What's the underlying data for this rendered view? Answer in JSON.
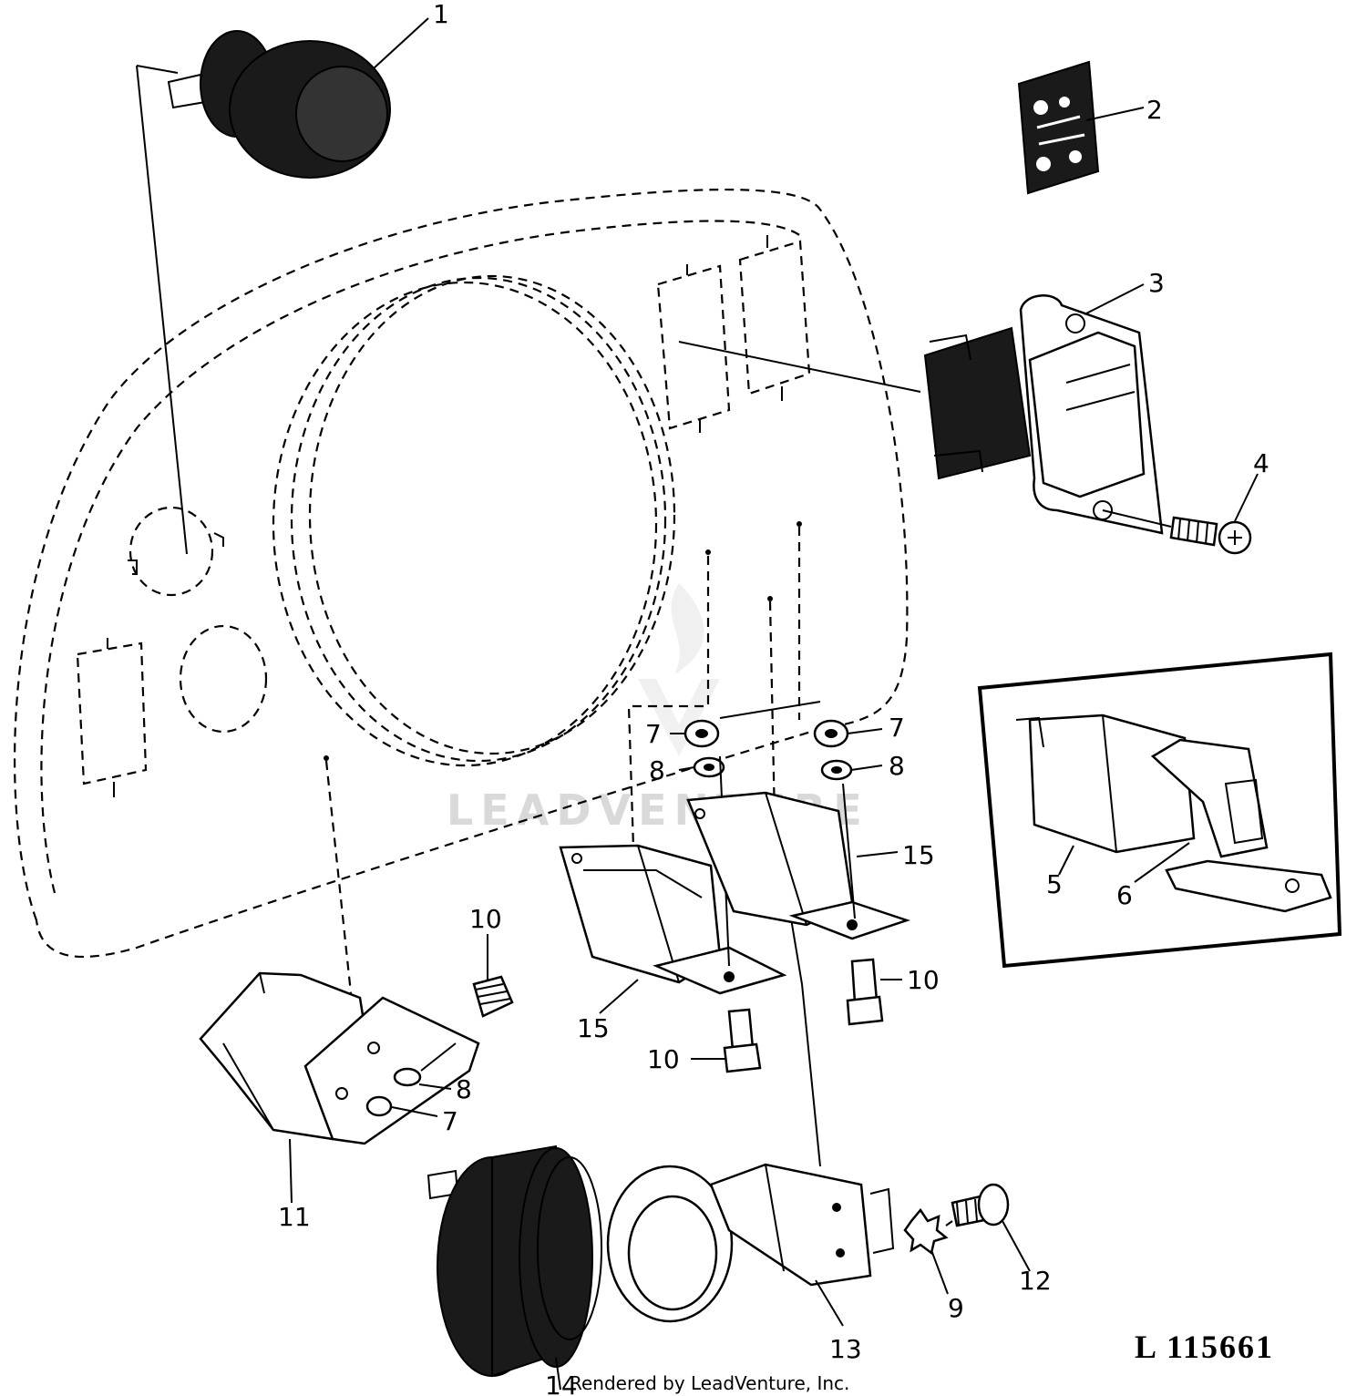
{
  "figure": {
    "code": "L 115661",
    "credit": "Rendered by LeadVenture, Inc.",
    "watermark": "LEADVENTURE"
  },
  "callouts": {
    "c1": "1",
    "c2": "2",
    "c3": "3",
    "c4": "4",
    "c5": "5",
    "c6": "6",
    "c7a": "7",
    "c7b": "7",
    "c7c": "7",
    "c8a": "8",
    "c8b": "8",
    "c8c": "8",
    "c9": "9",
    "c10a": "10",
    "c10b": "10",
    "c10c": "10",
    "c11": "11",
    "c12": "12",
    "c13": "13",
    "c14": "14",
    "c15a": "15",
    "c15b": "15"
  }
}
